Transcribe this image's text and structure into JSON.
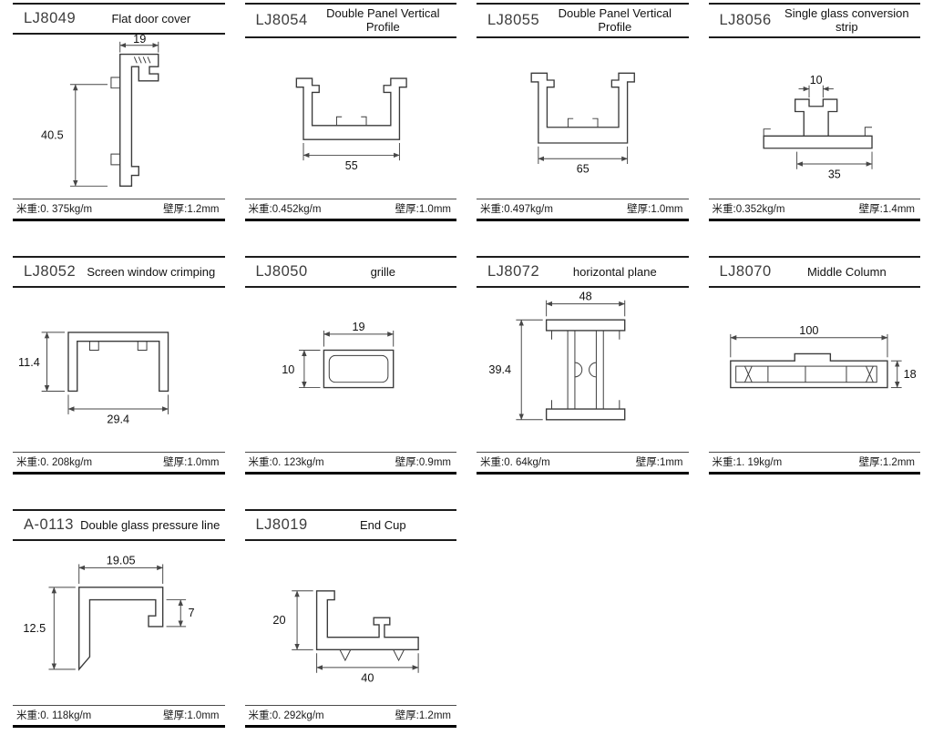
{
  "colors": {
    "ink": "#1a1a1a",
    "line": "#3a3a3a"
  },
  "cells": [
    {
      "code": "LJ8049",
      "name": "Flat door cover",
      "weight_label": "米重:",
      "weight_value": "0. 375kg/m",
      "thickness_label": "壁厚:",
      "thickness_value": "1.2mm",
      "dims": {
        "d1": "19",
        "d2": "40.5"
      }
    },
    {
      "code": "LJ8054",
      "name": "Double Panel Vertical Profile",
      "weight_label": "米重:",
      "weight_value": "0.452kg/m",
      "thickness_label": "壁厚:",
      "thickness_value": "1.0mm",
      "dims": {
        "d1": "55"
      }
    },
    {
      "code": "LJ8055",
      "name": "Double Panel Vertical Profile",
      "weight_label": "米重:",
      "weight_value": "0.497kg/m",
      "thickness_label": "壁厚:",
      "thickness_value": "1.0mm",
      "dims": {
        "d1": "65"
      }
    },
    {
      "code": "LJ8056",
      "name": "Single glass conversion strip",
      "weight_label": "米重:",
      "weight_value": "0.352kg/m",
      "thickness_label": "壁厚:",
      "thickness_value": "1.4mm",
      "dims": {
        "d1": "10",
        "d2": "35"
      }
    },
    {
      "code": "LJ8052",
      "name": "Screen window crimping",
      "weight_label": "米重:",
      "weight_value": "0. 208kg/m",
      "thickness_label": "壁厚:",
      "thickness_value": "1.0mm",
      "dims": {
        "d1": "11.4",
        "d2": "29.4"
      }
    },
    {
      "code": "LJ8050",
      "name": "grille",
      "weight_label": "米重:",
      "weight_value": "0. 123kg/m",
      "thickness_label": "壁厚:",
      "thickness_value": "0.9mm",
      "dims": {
        "d1": "19",
        "d2": "10"
      }
    },
    {
      "code": "LJ8072",
      "name": "horizontal plane",
      "weight_label": "米重:",
      "weight_value": "0. 64kg/m",
      "thickness_label": "壁厚:",
      "thickness_value": "1mm",
      "dims": {
        "d1": "48",
        "d2": "39.4"
      }
    },
    {
      "code": "LJ8070",
      "name": "Middle Column",
      "weight_label": "米重:",
      "weight_value": "1. 19kg/m",
      "thickness_label": "壁厚:",
      "thickness_value": "1.2mm",
      "dims": {
        "d1": "100",
        "d2": "18"
      }
    },
    {
      "code": "A-0113",
      "name": "Double glass pressure line",
      "weight_label": "米重:",
      "weight_value": "0. 118kg/m",
      "thickness_label": "壁厚:",
      "thickness_value": "1.0mm",
      "dims": {
        "d1": "19.05",
        "d2": "12.5",
        "d3": "7"
      }
    },
    {
      "code": "LJ8019",
      "name": "End Cup",
      "weight_label": "米重:",
      "weight_value": "0. 292kg/m",
      "thickness_label": "壁厚:",
      "thickness_value": "1.2mm",
      "dims": {
        "d1": "20",
        "d2": "40"
      }
    }
  ]
}
